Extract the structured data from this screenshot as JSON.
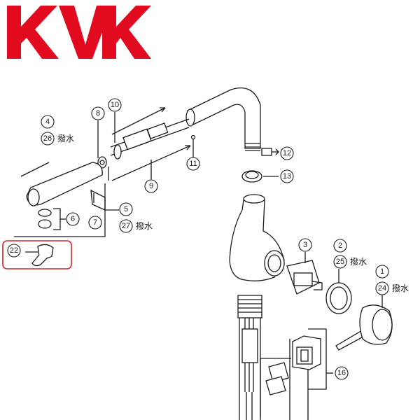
{
  "brand": {
    "logo_text": "KVK",
    "logo_color": "#e10a1e"
  },
  "callouts": {
    "c1": "1",
    "c2": "2",
    "c3": "3",
    "c4": "4",
    "c5": "5",
    "c6": "6",
    "c7": "7",
    "c8": "8",
    "c9": "9",
    "c10": "10",
    "c11": "11",
    "c12": "12",
    "c13": "13",
    "c16": "16",
    "c22": "22",
    "c24": "24",
    "c25": "25",
    "c26": "26",
    "c27": "27"
  },
  "labels": {
    "water_repellent_26": "撥水",
    "water_repellent_27": "撥水",
    "water_repellent_25": "撥水",
    "water_repellent_24": "撥水"
  },
  "colors": {
    "line": "#1a1a1a",
    "highlight": "#d9262c",
    "fill": "#ffffff"
  }
}
